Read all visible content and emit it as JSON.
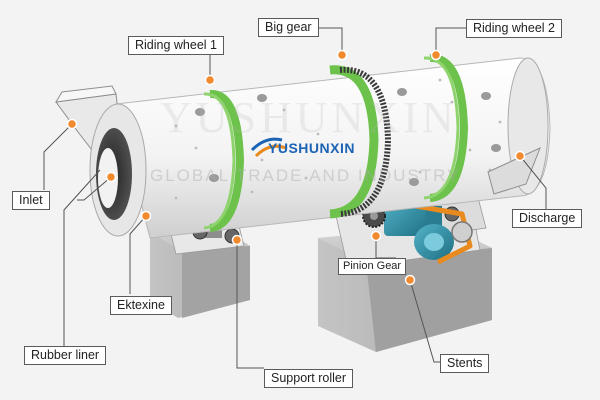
{
  "brand": {
    "logo_text": "YUSHUNXIN",
    "watermark_top": "YUSHUNXIN",
    "watermark_bottom": "GLOBAL TRADE AND INDUSTRY",
    "logo_color": "#1b63b5"
  },
  "labels": {
    "big_gear": "Big gear",
    "riding_wheel_1": "Riding wheel 1",
    "riding_wheel_2": "Riding wheel 2",
    "inlet": "Inlet",
    "discharge": "Discharge",
    "pinion_gear": "Pinion Gear",
    "ektexine": "Ektexine",
    "rubber_liner": "Rubber liner",
    "stents": "Stents",
    "support_roller": "Support roller"
  },
  "colors": {
    "marker": "#f08a2c",
    "leader": "#555555",
    "ring": "#6cc24a",
    "drum": "#fafafa",
    "concrete": "#b6b6b6",
    "motor": "#2e8fa6",
    "belt": "#e98a1e"
  }
}
